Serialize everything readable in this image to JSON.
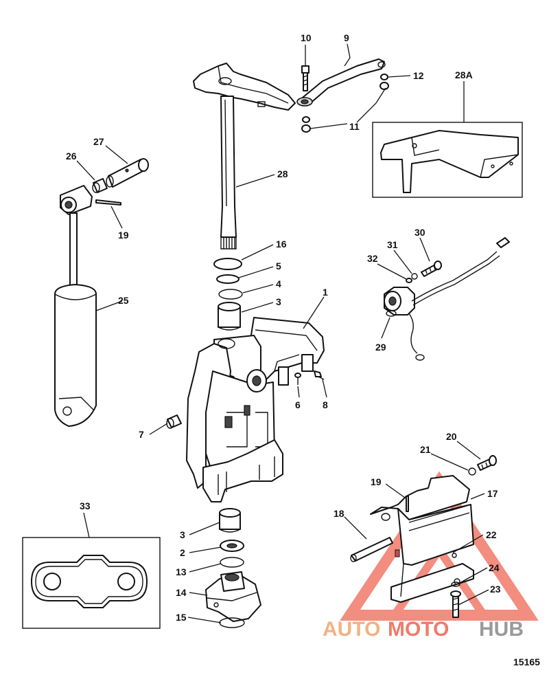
{
  "diagram": {
    "labels": [
      {
        "id": "10",
        "text": "10"
      },
      {
        "id": "9",
        "text": "9"
      },
      {
        "id": "12",
        "text": "12"
      },
      {
        "id": "28A",
        "text": "28A"
      },
      {
        "id": "11",
        "text": "11"
      },
      {
        "id": "27",
        "text": "27"
      },
      {
        "id": "26",
        "text": "26"
      },
      {
        "id": "28",
        "text": "28"
      },
      {
        "id": "19a",
        "text": "19"
      },
      {
        "id": "16",
        "text": "16"
      },
      {
        "id": "30",
        "text": "30"
      },
      {
        "id": "31",
        "text": "31"
      },
      {
        "id": "32",
        "text": "32"
      },
      {
        "id": "5",
        "text": "5"
      },
      {
        "id": "4",
        "text": "4"
      },
      {
        "id": "25",
        "text": "25"
      },
      {
        "id": "3a",
        "text": "3"
      },
      {
        "id": "1",
        "text": "1"
      },
      {
        "id": "29",
        "text": "29"
      },
      {
        "id": "6",
        "text": "6"
      },
      {
        "id": "8",
        "text": "8"
      },
      {
        "id": "7",
        "text": "7"
      },
      {
        "id": "20",
        "text": "20"
      },
      {
        "id": "21",
        "text": "21"
      },
      {
        "id": "19b",
        "text": "19"
      },
      {
        "id": "17",
        "text": "17"
      },
      {
        "id": "33",
        "text": "33"
      },
      {
        "id": "18",
        "text": "18"
      },
      {
        "id": "3b",
        "text": "3"
      },
      {
        "id": "22",
        "text": "22"
      },
      {
        "id": "2",
        "text": "2"
      },
      {
        "id": "13",
        "text": "13"
      },
      {
        "id": "24",
        "text": "24"
      },
      {
        "id": "14",
        "text": "14"
      },
      {
        "id": "23",
        "text": "23"
      },
      {
        "id": "15",
        "text": "15"
      }
    ],
    "figure_number": "15165"
  },
  "watermark": {
    "text_auto": "AUTO",
    "text_moto": "MOTO",
    "text_hub": "HUB",
    "color_primary": "#f07a6a",
    "color_secondary": "#f4b183",
    "color_hub": "#9a9a9a"
  }
}
